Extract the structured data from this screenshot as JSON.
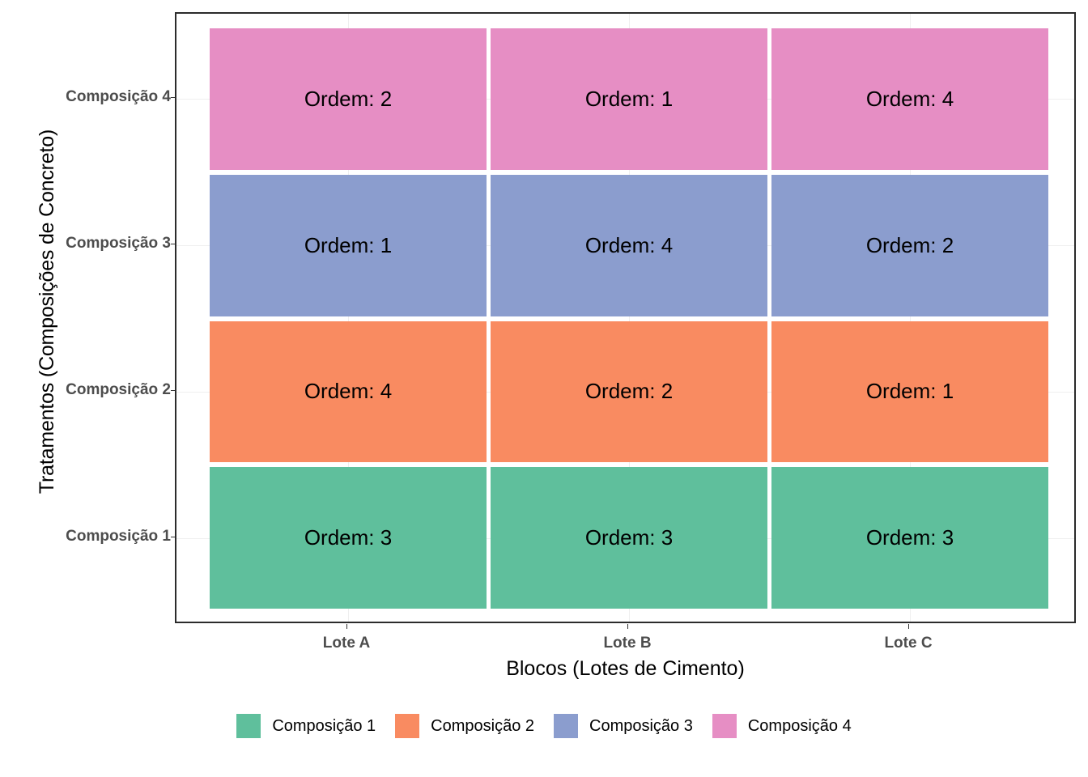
{
  "chart_data": {
    "type": "heatmap",
    "title": "",
    "xlabel": "Blocos (Lotes de Cimento)",
    "ylabel": "Tratamentos (Composições de Concreto)",
    "x_categories": [
      "Lote A",
      "Lote B",
      "Lote C"
    ],
    "y_categories": [
      "Composição 1",
      "Composição 2",
      "Composição 3",
      "Composição 4"
    ],
    "y_order_bottom_to_top": [
      "Composição 1",
      "Composição 2",
      "Composição 3",
      "Composição 4"
    ],
    "cell_label_prefix": "Ordem: ",
    "grid": true,
    "legend_position": "bottom",
    "cells": [
      {
        "x": "Lote A",
        "y": "Composição 4",
        "label": "Ordem: 2",
        "value": 2,
        "color": "#e68ec4"
      },
      {
        "x": "Lote B",
        "y": "Composição 4",
        "label": "Ordem: 1",
        "value": 1,
        "color": "#e68ec4"
      },
      {
        "x": "Lote C",
        "y": "Composição 4",
        "label": "Ordem: 4",
        "value": 4,
        "color": "#e68ec4"
      },
      {
        "x": "Lote A",
        "y": "Composição 3",
        "label": "Ordem: 1",
        "value": 1,
        "color": "#8b9dce"
      },
      {
        "x": "Lote B",
        "y": "Composição 3",
        "label": "Ordem: 4",
        "value": 4,
        "color": "#8b9dce"
      },
      {
        "x": "Lote C",
        "y": "Composição 3",
        "label": "Ordem: 2",
        "value": 2,
        "color": "#8b9dce"
      },
      {
        "x": "Lote A",
        "y": "Composição 2",
        "label": "Ordem: 4",
        "value": 4,
        "color": "#f98b61"
      },
      {
        "x": "Lote B",
        "y": "Composição 2",
        "label": "Ordem: 2",
        "value": 2,
        "color": "#f98b61"
      },
      {
        "x": "Lote C",
        "y": "Composição 2",
        "label": "Ordem: 1",
        "value": 1,
        "color": "#f98b61"
      },
      {
        "x": "Lote A",
        "y": "Composição 1",
        "label": "Ordem: 3",
        "value": 3,
        "color": "#5fbf9c"
      },
      {
        "x": "Lote B",
        "y": "Composição 1",
        "label": "Ordem: 3",
        "value": 3,
        "color": "#5fbf9c"
      },
      {
        "x": "Lote C",
        "y": "Composição 1",
        "label": "Ordem: 3",
        "value": 3,
        "color": "#5fbf9c"
      }
    ],
    "legend": [
      {
        "label": "Composição 1",
        "color": "#5fbf9c"
      },
      {
        "label": "Composição 2",
        "color": "#f98b61"
      },
      {
        "label": "Composição 3",
        "color": "#8b9dce"
      },
      {
        "label": "Composição 4",
        "color": "#e68ec4"
      }
    ],
    "colors": {
      "composicao_1": "#5fbf9c",
      "composicao_2": "#f98b61",
      "composicao_3": "#8b9dce",
      "composicao_4": "#e68ec4",
      "panel_border": "#2b2b2b",
      "gridline": "#efefef",
      "tick_label": "#4d4d4d",
      "axis_title": "#000000",
      "background": "#ffffff"
    }
  }
}
